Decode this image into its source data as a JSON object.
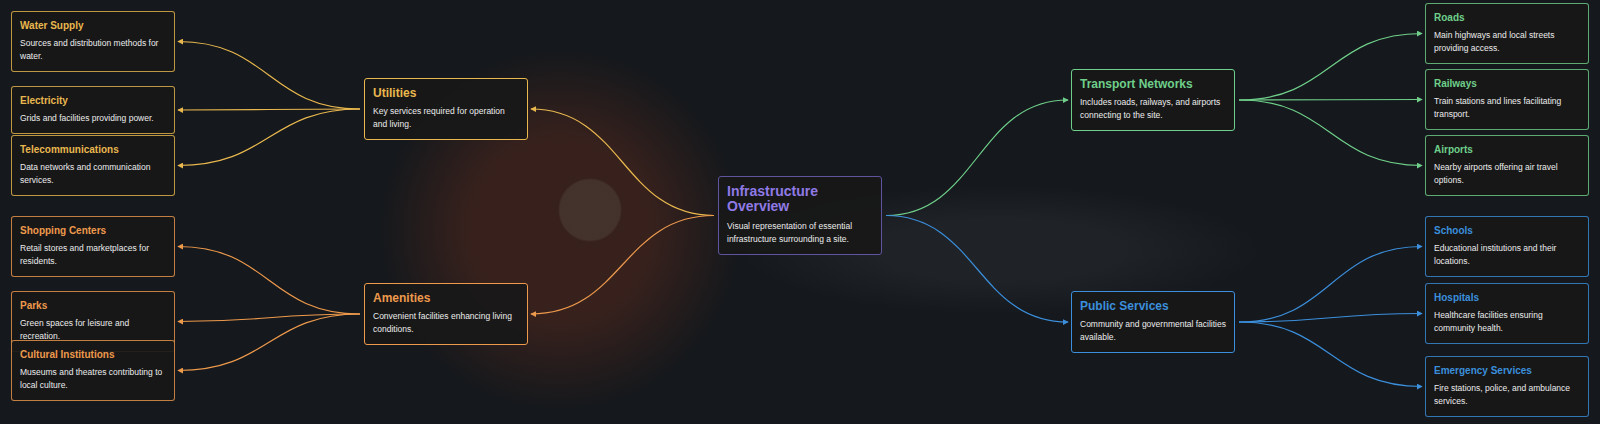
{
  "diagram": {
    "nodes": [
      {
        "text": [
          "Infrastructure Overview",
          "Visual representation of essential infrastructure surrounding a site."
        ]
      },
      {
        "text": [
          "Utilities",
          "Key services required for operation and living."
        ]
      },
      {
        "text": [
          "Water Supply",
          "Sources and distribution methods for water."
        ]
      },
      {
        "text": [
          "Electricity",
          "Grids and facilities providing power."
        ]
      },
      {
        "text": [
          "Telecommunications",
          "Data networks and communication services."
        ]
      },
      {
        "text": [
          "Amenities",
          "Convenient facilities enhancing living conditions."
        ]
      },
      {
        "text": [
          "Shopping Centers",
          "Retail stores and marketplaces for residents."
        ]
      },
      {
        "text": [
          "Parks",
          "Green spaces for leisure and recreation."
        ]
      },
      {
        "text": [
          "Cultural Institutions",
          "Museums and theatres contributing to local culture."
        ]
      },
      {
        "text": [
          "Transport Networks",
          "Includes roads, railways, and airports connecting to the site."
        ]
      },
      {
        "text": [
          "Roads",
          "Main highways and local streets providing access."
        ]
      },
      {
        "text": [
          "Railways",
          "Train stations and lines facilitating transport."
        ]
      },
      {
        "text": [
          "Airports",
          "Nearby airports offering air travel options."
        ]
      },
      {
        "text": [
          "Public Services",
          "Community and governmental facilities available."
        ]
      },
      {
        "text": [
          "Schools",
          "Educational institutions and their locations."
        ]
      },
      {
        "text": [
          "Hospitals",
          "Healthcare facilities ensuring community health."
        ]
      },
      {
        "text": [
          "Emergency Services",
          "Fire stations, police, and ambulance services."
        ]
      }
    ],
    "edges": [
      {
        "from": 0,
        "to": 1,
        "arrow": "to"
      },
      {
        "from": 1,
        "to": 2,
        "arrow": "to"
      },
      {
        "from": 1,
        "to": 3,
        "arrow": "to"
      },
      {
        "from": 1,
        "to": 4,
        "arrow": "to"
      },
      {
        "from": 0,
        "to": 5,
        "arrow": "to"
      },
      {
        "from": 5,
        "to": 6,
        "arrow": "to"
      },
      {
        "from": 5,
        "to": 7,
        "arrow": "to"
      },
      {
        "from": 5,
        "to": 8,
        "arrow": "to"
      },
      {
        "from": 0,
        "to": 9,
        "arrow": "to"
      },
      {
        "from": 9,
        "to": 10,
        "arrow": "to"
      },
      {
        "from": 9,
        "to": 11,
        "arrow": "to"
      },
      {
        "from": 9,
        "to": 12,
        "arrow": "to"
      },
      {
        "from": 0,
        "to": 13,
        "arrow": "to"
      },
      {
        "from": 13,
        "to": 14,
        "arrow": "to"
      },
      {
        "from": 13,
        "to": 15,
        "arrow": "to"
      },
      {
        "from": 13,
        "to": 16,
        "arrow": "to"
      }
    ]
  }
}
